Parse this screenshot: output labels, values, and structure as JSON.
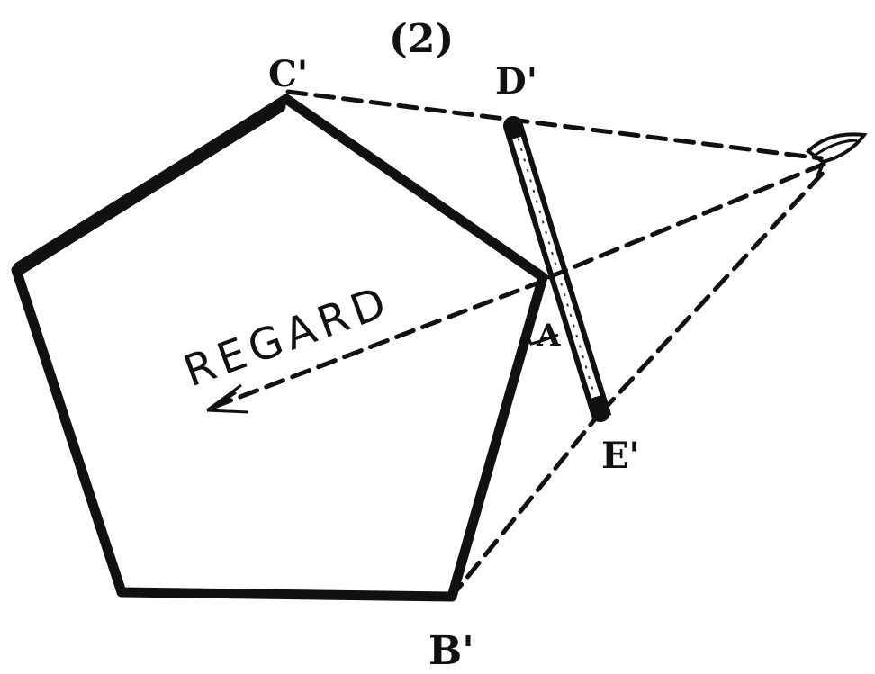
{
  "figure": {
    "number_label": "(2)",
    "point_labels": {
      "c": "C'",
      "d": "D'",
      "e": "E'",
      "b": "B'",
      "a": "A"
    },
    "arrow_label": "REGARD"
  }
}
